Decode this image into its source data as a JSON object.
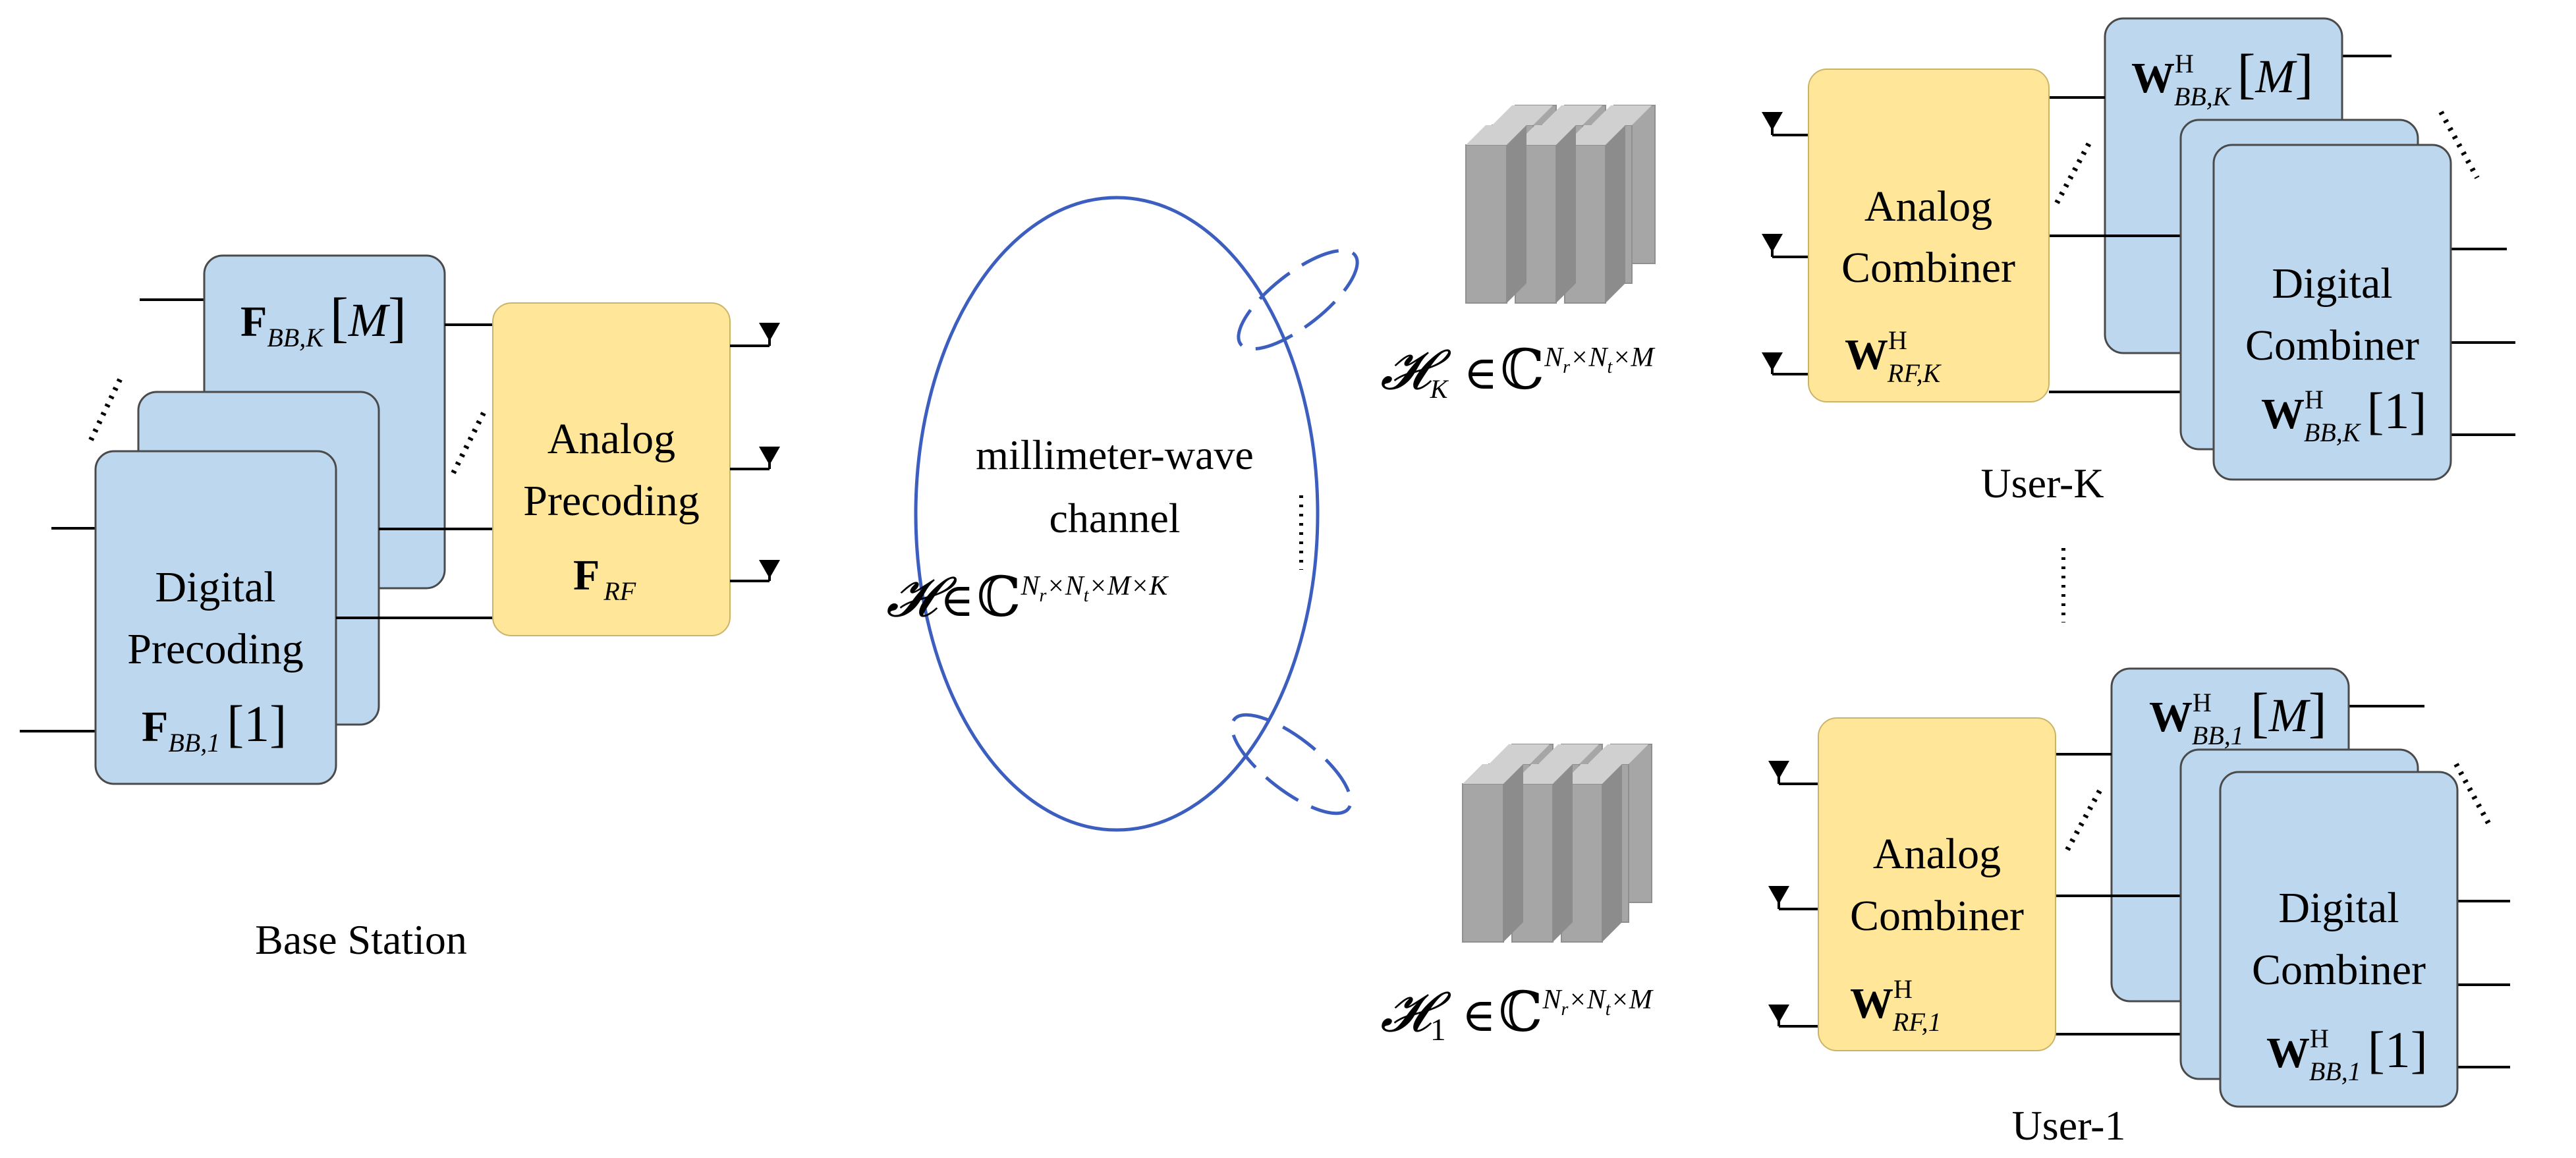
{
  "base_station": {
    "label": "Base Station",
    "digital_precoding": {
      "line1": "Digital",
      "line2": "Precoding"
    },
    "f_bb_1": {
      "sym": "F",
      "sub": "BB,1",
      "arg": "[1]"
    },
    "f_bb_k": {
      "sym": "F",
      "sub": "BB,K",
      "arg_open": "[",
      "arg_var": "M",
      "arg_close": "]"
    },
    "analog_precoding": {
      "line1": "Analog",
      "line2": "Precoding"
    },
    "f_rf": {
      "sym": "F",
      "sub": "RF"
    }
  },
  "channel": {
    "line1": "millimeter-wave",
    "line2": "channel",
    "symbol": "𝓗",
    "in": "∈",
    "field": "ℂ",
    "exponent": "N",
    "exp_sub_r": "r",
    "exp_times1": "×N",
    "exp_sub_t": "t",
    "exp_rest": "×M×K"
  },
  "user_k": {
    "label": "User-K",
    "h_symbol": "𝓗",
    "h_sub": "K",
    "in": "∈",
    "field": "ℂ",
    "exp_n": "N",
    "exp_sub_r": "r",
    "exp_times": "×N",
    "exp_sub_t": "t",
    "exp_rest": "×M",
    "analog_combiner": {
      "line1": "Analog",
      "line2": "Combiner"
    },
    "w_rf": {
      "sym": "W",
      "sup": "H",
      "sub": "RF,K"
    },
    "digital_combiner": {
      "line1": "Digital",
      "line2": "Combiner"
    },
    "w_bb_1": {
      "sym": "W",
      "sup": "H",
      "sub": "BB,K",
      "arg": "[1]"
    },
    "w_bb_m": {
      "sym": "W",
      "sup": "H",
      "sub": "BB,K",
      "arg_open": "[",
      "arg_var": "M",
      "arg_close": "]"
    }
  },
  "user_1": {
    "label": "User-1",
    "h_symbol": "𝓗",
    "h_sub": "1",
    "in": "∈",
    "field": "ℂ",
    "exp_n": "N",
    "exp_sub_r": "r",
    "exp_times": "×N",
    "exp_sub_t": "t",
    "exp_rest": "×M",
    "analog_combiner": {
      "line1": "Analog",
      "line2": "Combiner"
    },
    "w_rf": {
      "sym": "W",
      "sup": "H",
      "sub": "RF,1"
    },
    "digital_combiner": {
      "line1": "Digital",
      "line2": "Combiner"
    },
    "w_bb_1": {
      "sym": "W",
      "sup": "H",
      "sub": "BB,1",
      "arg": "[1]"
    },
    "w_bb_m": {
      "sym": "W",
      "sup": "H",
      "sub": "BB,1",
      "arg_open": "[",
      "arg_var": "M",
      "arg_close": "]"
    }
  },
  "colors": {
    "digital_block": "#bdd7ee",
    "analog_block": "#ffe699",
    "channel_outline": "#3c5fbf",
    "tensor_gray": "#a6a6a6"
  }
}
